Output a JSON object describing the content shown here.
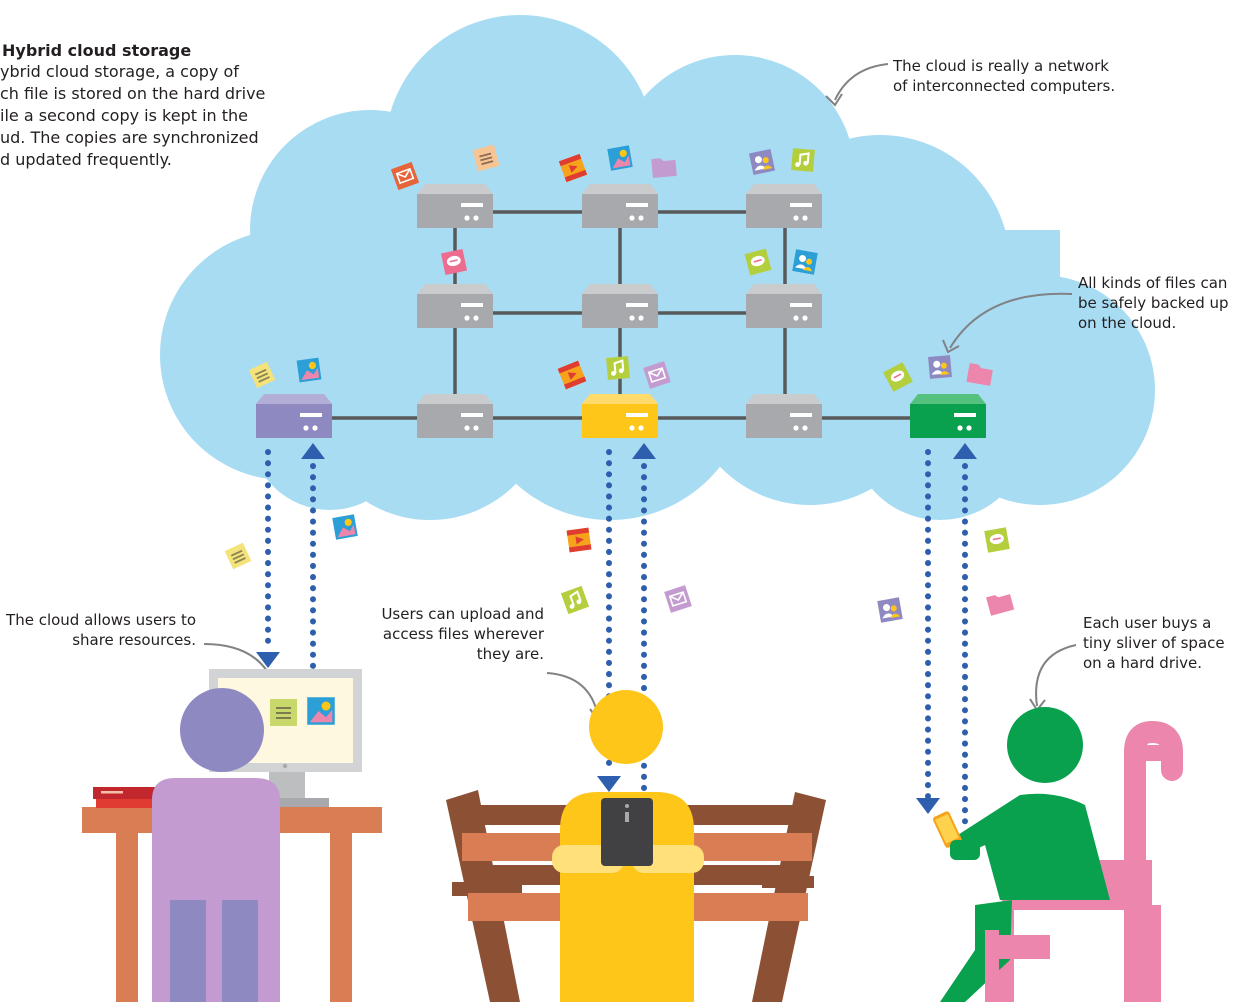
{
  "intro": {
    "title": "Hybrid cloud storage",
    "lines": [
      "ybrid cloud storage, a copy of",
      "ch file is stored on the hard drive",
      "ile a second copy is kept in the",
      "ud. The copies are synchronized",
      "d updated frequently."
    ]
  },
  "callouts": {
    "network": [
      "The cloud is really a network",
      "of interconnected computers."
    ],
    "backup": [
      "All kinds of files can",
      "be safely backed up",
      "on the cloud."
    ],
    "share": [
      "The cloud allows users to",
      "share resources."
    ],
    "upload": [
      "Users can upload and",
      "access files wherever",
      "they are."
    ],
    "sliver": [
      "Each user buys a",
      "tiny sliver of space",
      "on a hard drive."
    ]
  },
  "colors": {
    "cloud": "#a8dcf3",
    "server_gray": "#a7a9ac",
    "server_purple": "#8f89c2",
    "server_yellow": "#fdc618",
    "server_green": "#0aa14e",
    "arrow_blue": "#2e5fae",
    "user_purple": "#8f89c2",
    "user_yellow": "#fdc618",
    "user_green": "#0aa14e",
    "bench_brown": "#8c5034",
    "desk_orange": "#d97d55",
    "chair_pink": "#ec86ad"
  },
  "icons": [
    "document-icon",
    "image-icon",
    "video-icon",
    "music-icon",
    "email-icon",
    "chat-icon",
    "contacts-icon",
    "folder-icon"
  ]
}
